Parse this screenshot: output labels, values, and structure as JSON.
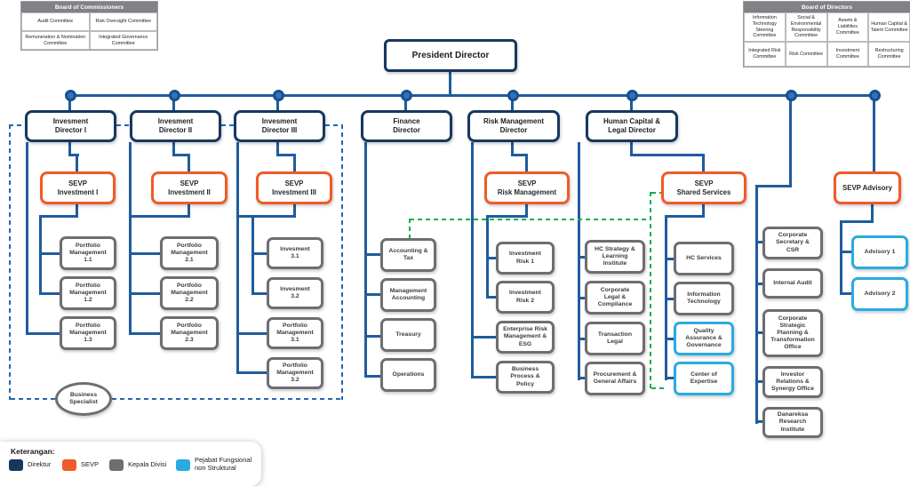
{
  "board_of_commissioners": {
    "title": "Board of Commissioners",
    "rows": [
      [
        "Audit Committee",
        "Risk Oversight\nCommittee"
      ],
      [
        "Remuneration & Nomination\nCommittee",
        "Integrated Governance\nCommittee"
      ]
    ]
  },
  "board_of_directors": {
    "title": "Board of Directors",
    "rows": [
      [
        "Information\nTechnology\nSteering\nCommittee",
        "Social &\nEnvironmental\nResponsibility\nCommittee",
        "Assets &\nLiabilities\nCommittee",
        "Human Capital &\nTalent Committee"
      ],
      [
        "Integrated Risk\nCommittee",
        "Risk Committee",
        "Investment\nCommittee",
        "Restructuring\nCommittee"
      ]
    ]
  },
  "president": {
    "label": "President Director"
  },
  "directors": [
    {
      "label": "Invesment\nDirector I"
    },
    {
      "label": "Invesment\nDirector II"
    },
    {
      "label": "Invesment\nDirector III"
    },
    {
      "label": "Finance\nDirector"
    },
    {
      "label": "Risk Management\nDirector"
    },
    {
      "label": "Human Capital &\nLegal Director"
    }
  ],
  "sevps": [
    {
      "label": "SEVP\nInvestment I"
    },
    {
      "label": "SEVP\nInvestment II"
    },
    {
      "label": "SEVP\nInvestment III"
    },
    {
      "label": "SEVP\nRisk Management"
    },
    {
      "label": "SEVP\nShared Services"
    },
    {
      "label": "SEVP Advisory"
    }
  ],
  "units": {
    "col1": [
      "Portfolio\nManagement\n1.1",
      "Portfolio\nManagement\n1.2",
      "Portfolio\nManagement\n1.3"
    ],
    "col2": [
      "Portfolio\nManagement\n2.1",
      "Portfolio\nManagement\n2.2",
      "Portfolio\nManagement\n2.3"
    ],
    "col3": [
      "Invesment\n3.1",
      "Invesment\n3.2",
      "Portfolio\nManagement\n3.1",
      "Portfolio\nManagement\n3.2"
    ],
    "finance": [
      "Accounting &\nTax",
      "Management\nAccounting",
      "Treasury",
      "Operations"
    ],
    "risk": [
      "Investment\nRisk 1",
      "Investment\nRisk 2",
      "Enterprise Risk\nManagement &\nESG",
      "Business\nProcess &\nPolicy"
    ],
    "hc": [
      "HC Strategy &\nLearning\nInstitute",
      "Corporate\nLegal &\nCompliance",
      "Transaction\nLegal",
      "Procurement &\nGeneral Affairs"
    ],
    "shared": [
      "HC Services",
      "Information\nTechnology",
      "Quality\nAssurance &\nGovernance",
      "Center of\nExpertise"
    ],
    "corporate": [
      "Corporate\nSecretary &\nCSR",
      "Internal Audit",
      "Corporate\nStrategic\nPlanning &\nTransformation\nOffice",
      "Investor\nRelations &\nSynergy Office",
      "Danareksa\nResearch\nInstitute"
    ],
    "advisory": [
      "Advisory 1",
      "Advisory 2"
    ]
  },
  "business_specialist": {
    "label": "Business\nSpecialist"
  },
  "legend": {
    "title": "Keterangan:",
    "items": [
      {
        "label": "Direktur",
        "color": "#17375e"
      },
      {
        "label": "SEVP",
        "color": "#f15a29"
      },
      {
        "label": "Kepala Divisi",
        "color": "#6d6e71"
      },
      {
        "label": "Pejabat Fungsional\nnon Struktural",
        "color": "#29abe2"
      }
    ]
  },
  "colors": {
    "connector_blue": "#1f5c9e",
    "dashed_blue": "#2566ae",
    "green_dashed": "#0db14b",
    "director_navy": "#17375e",
    "sevp_orange": "#f15a29",
    "division_gray": "#6d6e71",
    "functional_blue": "#29abe2"
  }
}
